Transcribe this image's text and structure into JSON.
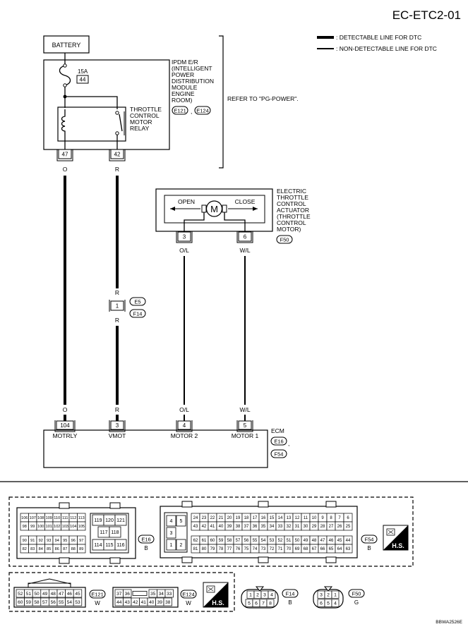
{
  "page_code": "EC-ETC2-01",
  "figure_id": "BBWA2526E",
  "legend": {
    "detectable": ": DETECTABLE LINE FOR DTC",
    "non_detectable": ": NON-DETECTABLE LINE FOR DTC"
  },
  "battery": "BATTERY",
  "ipdm": {
    "lines": [
      "IPDM E/R",
      "(INTELLIGENT",
      "POWER",
      "DISTRIBUTION",
      "MODULE",
      "ENGINE",
      "ROOM)"
    ],
    "conn1": "E121",
    "sep": ",",
    "conn2": "E124",
    "fuse_rating": "15A",
    "fuse_no": "44",
    "relay_lines": [
      "THROTTLE",
      "CONTROL",
      "MOTOR",
      "RELAY"
    ],
    "pin_a": "47",
    "pin_b": "42"
  },
  "refer": "REFER TO \"PG-POWER\".",
  "actuator": {
    "lines": [
      "ELECTRIC",
      "THROTTLE",
      "CONTROL",
      "ACTUATOR",
      "(THROTTLE",
      "CONTROL",
      "MOTOR)"
    ],
    "conn": "F50",
    "open": "OPEN",
    "close": "CLOSE",
    "motor": "M",
    "pin_a": "3",
    "pin_b": "6"
  },
  "wires": {
    "w1_top": "O",
    "w2_top": "R",
    "w3_top": "O/L",
    "w4_top": "W/L",
    "w2_mid1": "R",
    "w2_mid2": "R",
    "w1_bot": "O",
    "w2_bot": "R",
    "w3_bot": "O/L",
    "w4_bot": "W/L"
  },
  "joint": {
    "pin": "1",
    "conn1": "E5",
    "conn2": "F14"
  },
  "ecm": {
    "label": "ECM",
    "conn1": "E16",
    "sep": ",",
    "conn2": "F54",
    "pins": [
      "104",
      "3",
      "4",
      "5"
    ],
    "names": [
      "MOTRLY",
      "VMOT",
      "MOTOR 2",
      "MOTOR 1"
    ]
  },
  "connectors": {
    "e16_id": "E16",
    "e16_color": "B",
    "f54_id": "F54",
    "f54_color": "B",
    "e121_id": "E121",
    "e121_color": "W",
    "e124_id": "E124",
    "e124_color": "W",
    "f14_id": "F14",
    "f14_color": "B",
    "f50_id": "F50",
    "f50_color": "G",
    "hs": "H.S.",
    "e16_left_rows": [
      [
        "106",
        "107",
        "108",
        "109",
        "110",
        "111",
        "112",
        "113"
      ],
      [
        "98",
        "99",
        "100",
        "101",
        "102",
        "103",
        "104",
        "105"
      ],
      [
        "90",
        "91",
        "92",
        "93",
        "94",
        "95",
        "96",
        "97"
      ],
      [
        "82",
        "83",
        "84",
        "85",
        "86",
        "87",
        "88",
        "89"
      ]
    ],
    "e16_mid": [
      "119",
      "120",
      "121",
      "117",
      "118",
      "114",
      "115",
      "116"
    ],
    "f54_left": [
      "4",
      "5",
      "3",
      "1",
      "2"
    ],
    "f54_rows": [
      [
        "24",
        "23",
        "22",
        "21",
        "20",
        "19",
        "18",
        "17",
        "16",
        "15",
        "14",
        "13",
        "12",
        "11",
        "10",
        "9",
        "8",
        "7",
        "6"
      ],
      [
        "43",
        "42",
        "41",
        "40",
        "39",
        "38",
        "37",
        "36",
        "35",
        "34",
        "33",
        "32",
        "31",
        "30",
        "29",
        "28",
        "27",
        "26",
        "25"
      ],
      [
        "62",
        "61",
        "60",
        "59",
        "58",
        "57",
        "56",
        "55",
        "54",
        "53",
        "52",
        "51",
        "50",
        "49",
        "48",
        "47",
        "46",
        "45",
        "44"
      ],
      [
        "81",
        "80",
        "79",
        "78",
        "77",
        "76",
        "75",
        "74",
        "73",
        "72",
        "71",
        "70",
        "69",
        "68",
        "67",
        "66",
        "65",
        "64",
        "63"
      ]
    ],
    "e121_rows": [
      [
        "52",
        "51",
        "50",
        "49",
        "48",
        "47",
        "46",
        "45"
      ],
      [
        "60",
        "59",
        "58",
        "57",
        "56",
        "55",
        "54",
        "53"
      ]
    ],
    "e124_rows": [
      [
        "37",
        "36",
        "35",
        "34",
        "33"
      ],
      [
        "44",
        "43",
        "42",
        "41",
        "40",
        "39",
        "38"
      ]
    ],
    "f14_rows": [
      [
        "1",
        "2",
        "3",
        "4"
      ],
      [
        "5",
        "6",
        "7",
        "8"
      ]
    ],
    "f50_rows": [
      [
        "3",
        "2",
        "1"
      ],
      [
        "6",
        "5",
        "4"
      ]
    ]
  }
}
